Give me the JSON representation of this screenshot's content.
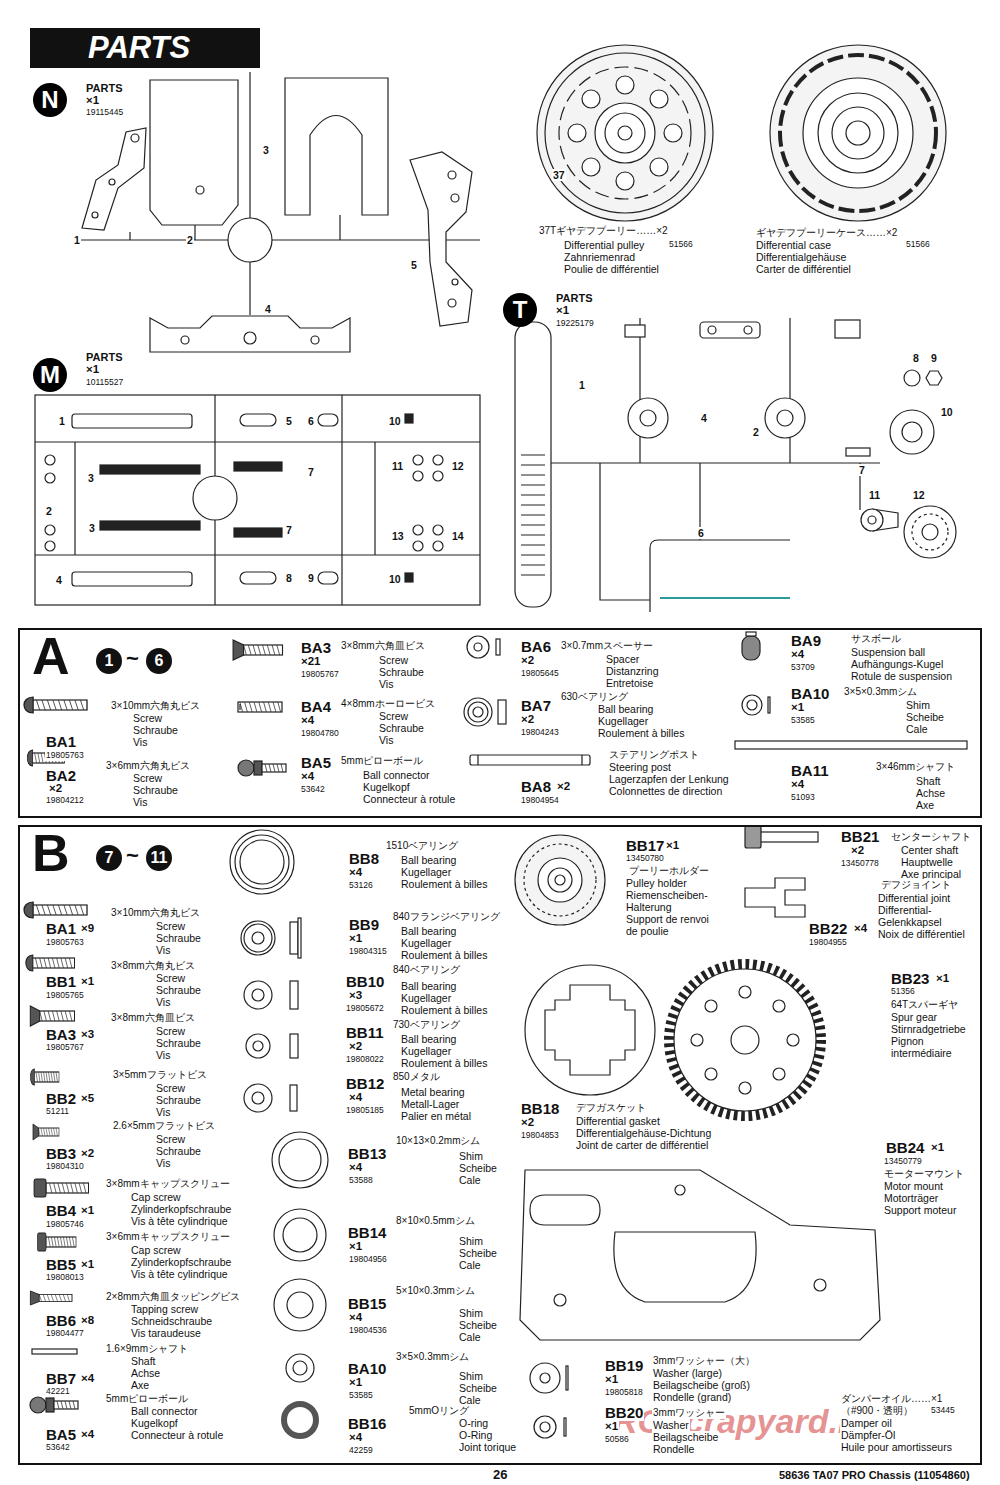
{
  "diagram": {
    "nodes": [
      {
        "text": [
          "PARTS"
        ]
      },
      {
        "text": [
          "N"
        ]
      },
      {
        "text": [
          "M"
        ]
      },
      {
        "text": [
          "T"
        ]
      },
      {
        "text": [
          "A",
          "1",
          "~",
          "6"
        ]
      },
      {
        "text": [
          "B",
          "7",
          "~",
          "11"
        ]
      }
    ],
    "labels": [
      "PARTS",
      "×1",
      "19115445",
      "1",
      "2",
      "3",
      "4",
      "5",
      "PARTS",
      "×1",
      "10115527",
      "1",
      "3",
      "2",
      "3",
      "4",
      "5",
      "6",
      "7",
      "7",
      "8",
      "9",
      "10",
      "11",
      "12",
      "13",
      "14",
      "10",
      "37",
      "37Tギヤデフプーリー……×2",
      "Differential pulley",
      "51566",
      "Zahnriemenrad",
      "Poulie de différentiel",
      "ギヤデフプーリーケース……×2",
      "Differential case",
      "51566",
      "Differentialgehäuse",
      "Carter de différentiel",
      "PARTS",
      "×1",
      "19225179",
      "1",
      "4",
      "2",
      "8",
      "9",
      "10",
      "7",
      "11",
      "12",
      "6",
      "BA1",
      "19805763",
      "3×10mm六角丸ビス",
      "Screw",
      "Schraube",
      "Vis",
      "BA2",
      "×2",
      "19804212",
      "3×6mm六角丸ビス",
      "Screw",
      "Schraube",
      "Vis",
      "BA3",
      "×21",
      "19805767",
      "3×8mm六角皿ビス",
      "Screw",
      "Schraube",
      "Vis",
      "BA4",
      "×4",
      "19804780",
      "4×8mmホーロービス",
      "Screw",
      "Schraube",
      "Vis",
      "BA5",
      "×4",
      "53642",
      "5mmピローボール",
      "Ball connector",
      "Kugelkopf",
      "Connecteur à rotule",
      "BA6",
      "×2",
      "19805645",
      "3×0.7mmスペーサー",
      "Spacer",
      "Distanzring",
      "Entretoise",
      "BA7",
      "×2",
      "19804243",
      "630ベアリング",
      "Ball bearing",
      "Kugellager",
      "Roulement à billes",
      "ステアリングポスト",
      "Steering post",
      "Lagerzapfen der Lenkung",
      "Colonnettes de direction",
      "BA8",
      "×2",
      "19804954",
      "BA9",
      "×4",
      "53709",
      "サスボール",
      "Suspension ball",
      "Aufhängungs-Kugel",
      "Rotule de suspension",
      "BA10",
      "×1",
      "53585",
      "3×5×0.3mmシム",
      "Shim",
      "Scheibe",
      "Cale",
      "3×46mmシャフト",
      "BA11",
      "×4",
      "51093",
      "Shaft",
      "Achse",
      "Axe",
      "BA1",
      "×9",
      "19805763",
      "3×10mm六角丸ビス",
      "Screw",
      "Schraube",
      "Vis",
      "BB1",
      "×1",
      "19805765",
      "3×8mm六角丸ビス",
      "Screw",
      "Schraube",
      "Vis",
      "BA3",
      "×3",
      "19805767",
      "3×8mm六角皿ビス",
      "Screw",
      "Schraube",
      "Vis",
      "BB2",
      "×5",
      "51211",
      "3×5mmフラットビス",
      "Screw",
      "Schraube",
      "Vis",
      "BB3",
      "×2",
      "19804310",
      "2.6×5mmフラットビス",
      "Screw",
      "Schraube",
      "Vis",
      "BB4",
      "×1",
      "19805746",
      "3×8mmキャップスクリュー",
      "Cap screw",
      "Zylinderkopfschraube",
      "Vis à tête cylindrique",
      "BB5",
      "×1",
      "19808013",
      "3×6mmキャップスクリュー",
      "Cap screw",
      "Zylinderkopfschraube",
      "Vis à tête cylindrique",
      "BB6",
      "×8",
      "19804477",
      "2×8mm六角皿タッピングビス",
      "Tapping screw",
      "Schneidschraube",
      "Vis taraudeuse",
      "BB7",
      "×4",
      "42221",
      "1.6×9mmシャフト",
      "Shaft",
      "Achse",
      "Axe",
      "BA5",
      "×4",
      "53642",
      "5mmピローボール",
      "Ball connector",
      "Kugelkopf",
      "Connecteur à rotule",
      "BB8",
      "×4",
      "53126",
      "1510ベアリング",
      "Ball bearing",
      "Kugellager",
      "Roulement à billes",
      "BB9",
      "×1",
      "19804315",
      "840フランジベアリング",
      "Ball bearing",
      "Kugellager",
      "Roulement à billes",
      "BB10",
      "×3",
      "19805672",
      "840ベアリング",
      "Ball bearing",
      "Kugellager",
      "Roulement à billes",
      "BB11",
      "×2",
      "19808022",
      "730ベアリング",
      "Ball bearing",
      "Kugellager",
      "Roulement à billes",
      "BB12",
      "×4",
      "19805185",
      "850メタル",
      "Metal bearing",
      "Metall-Lager",
      "Palier en métal",
      "BB13",
      "×4",
      "53588",
      "10×13×0.2mmシム",
      "Shim",
      "Scheibe",
      "Cale",
      "BB14",
      "×1",
      "19804956",
      "8×10×0.5mmシム",
      "Shim",
      "Scheibe",
      "Cale",
      "BB15",
      "×4",
      "19804536",
      "5×10×0.3mmシム",
      "Shim",
      "Scheibe",
      "Cale",
      "BA10",
      "×1",
      "53585",
      "3×5×0.3mmシム",
      "Shim",
      "Scheibe",
      "Cale",
      "BB16",
      "×4",
      "42259",
      "5mmOリング",
      "O-ring",
      "O-Ring",
      "Joint torique",
      "BB17",
      "×1",
      "13450780",
      "プーリーホルダー",
      "Pulley holder",
      "Riemenscheiben-",
      "Halterung",
      "Support de renvoi",
      "de poulie",
      "BB18",
      "×2",
      "19804853",
      "デフガスケット",
      "Differential gasket",
      "Differentialgehäuse-Dichtung",
      "Joint de carter de différentiel",
      "BB19",
      "×1",
      "19805818",
      "3mmワッシャー（大）",
      "Washer (large)",
      "Beilagscheibe (groß)",
      "Rondelle (grand)",
      "BB20",
      "×1",
      "50586",
      "3mmワッシャー",
      "Washer",
      "Beilagscheibe",
      "Rondelle",
      "ダンパーオイル……×1",
      "（#900・透明）",
      "Damper oil",
      "Dämpfer-Öl",
      "Huile pour amortisseurs",
      "53445",
      "BB21",
      "×2",
      "13450778",
      "センターシャフト",
      "Center shaft",
      "Hauptwelle",
      "Axe principal",
      "デフジョイント",
      "Differential joint",
      "Differential-",
      "Gelenkkapsel",
      "Noix de différentiel",
      "BB22",
      "×4",
      "19804955",
      "BB23",
      "×1",
      "51356",
      "64Tスパーギヤ",
      "Spur gear",
      "Stirnradgetriebe",
      "Pignon",
      "intermédiaire",
      "BB24",
      "×1",
      "13450779",
      "モーターマウント",
      "Motor mount",
      "Motorträger",
      "Support moteur",
      "RCScrapyard.net",
      "26",
      "58636 TA07 PRO Chassis (11054860)"
    ]
  }
}
